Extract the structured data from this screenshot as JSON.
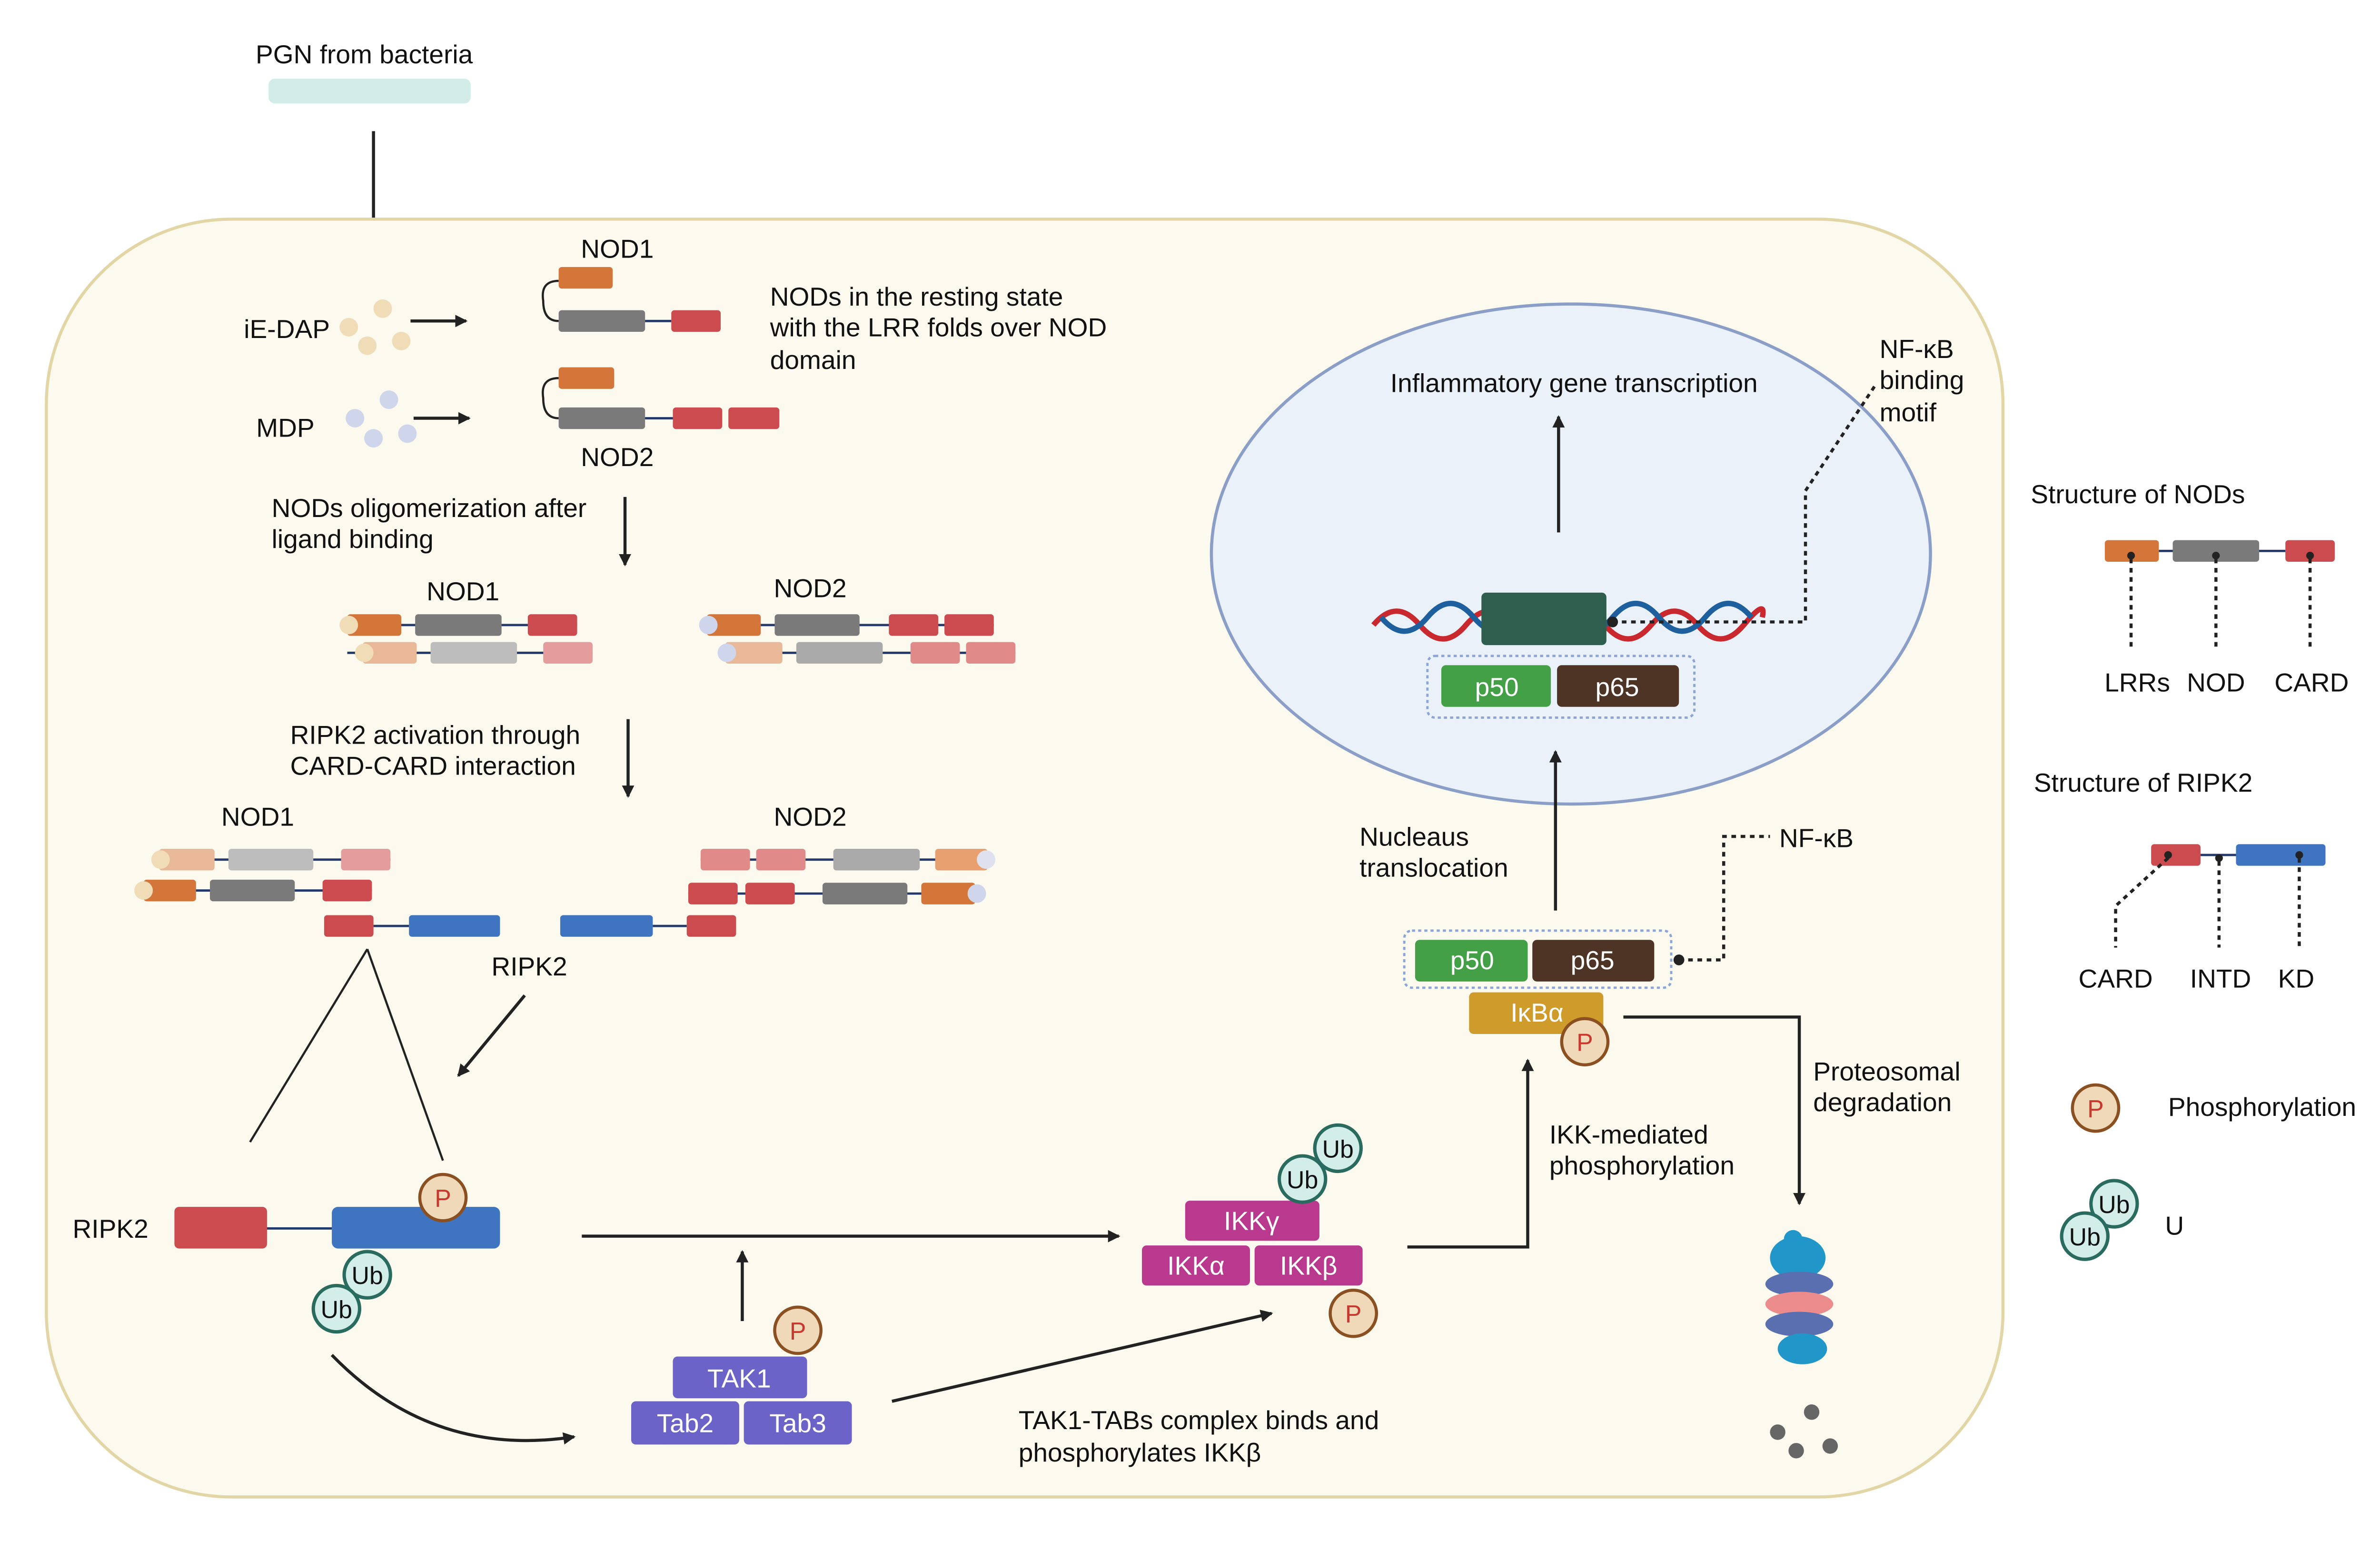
{
  "colors": {
    "cell_fill": "#fcfaee",
    "cell_border": "#e3d6a6",
    "nucleus_fill": "#eaf1f9",
    "nucleus_border": "#8b9ec7",
    "lrr": "#d4763a",
    "nod": "#7a7a7a",
    "card": "#cc4b4f",
    "kd": "#3f74c0",
    "p50": "#44a046",
    "p65": "#4e3424",
    "ikba": "#cf9c2b",
    "ikk": "#b8398e",
    "tak": "#6c63c8",
    "ub": "#d3ede8",
    "phospho": "#efd9b9"
  },
  "top": {
    "pgn": "PGN from bacteria"
  },
  "ligands": {
    "iedap": "iE-DAP",
    "mdp": "MDP"
  },
  "resting": {
    "nod1": "NOD1",
    "nod2": "NOD2",
    "desc": [
      "NODs in the resting state",
      "with the LRR folds over NOD",
      "domain"
    ]
  },
  "oligomer": {
    "desc": [
      "NODs oligomerization after",
      "ligand binding"
    ],
    "nod1": "NOD1",
    "nod2": "NOD2"
  },
  "activation": {
    "desc": [
      "RIPK2 activation through",
      "CARD-CARD interaction"
    ],
    "nod1": "NOD1",
    "nod2": "NOD2",
    "ripk2": "RIPK2"
  },
  "ripk2": {
    "label": "RIPK2",
    "p": "P",
    "ub": "Ub"
  },
  "tak": {
    "tak1": "TAK1",
    "tab2": "Tab2",
    "tab3": "Tab3",
    "p": "P",
    "desc": [
      "TAK1-TABs complex binds and",
      "phosphorylates IKKβ"
    ]
  },
  "ikk": {
    "gamma": "IKKγ",
    "alpha": "IKKα",
    "beta": "IKKβ",
    "ub": "Ub",
    "p": "P",
    "desc": [
      "IKK-mediated",
      "phosphorylation"
    ]
  },
  "nfkb": {
    "p50": "p50",
    "p65": "p65",
    "ikba": "IκBα",
    "p": "P",
    "label": "NF-κB",
    "translocation": [
      "Nucleaus",
      "translocation"
    ],
    "degradation": [
      "Proteosomal",
      "degradation"
    ]
  },
  "nucleus": {
    "transcription": "Inflammatory gene transcription",
    "motif": [
      "NF-κB",
      "binding",
      "motif"
    ],
    "p50": "p50",
    "p65": "p65"
  },
  "legend": {
    "nods_title": "Structure of NODs",
    "nods_labels": [
      "LRRs",
      "NOD",
      "CARD"
    ],
    "ripk2_title": "Structure of RIPK2",
    "ripk2_labels": [
      "CARD",
      "INTD",
      "KD"
    ],
    "phospho_symbol": "P",
    "phospho_label": "Phosphorylation",
    "ub_symbol": "Ub",
    "ub_label": "U"
  }
}
